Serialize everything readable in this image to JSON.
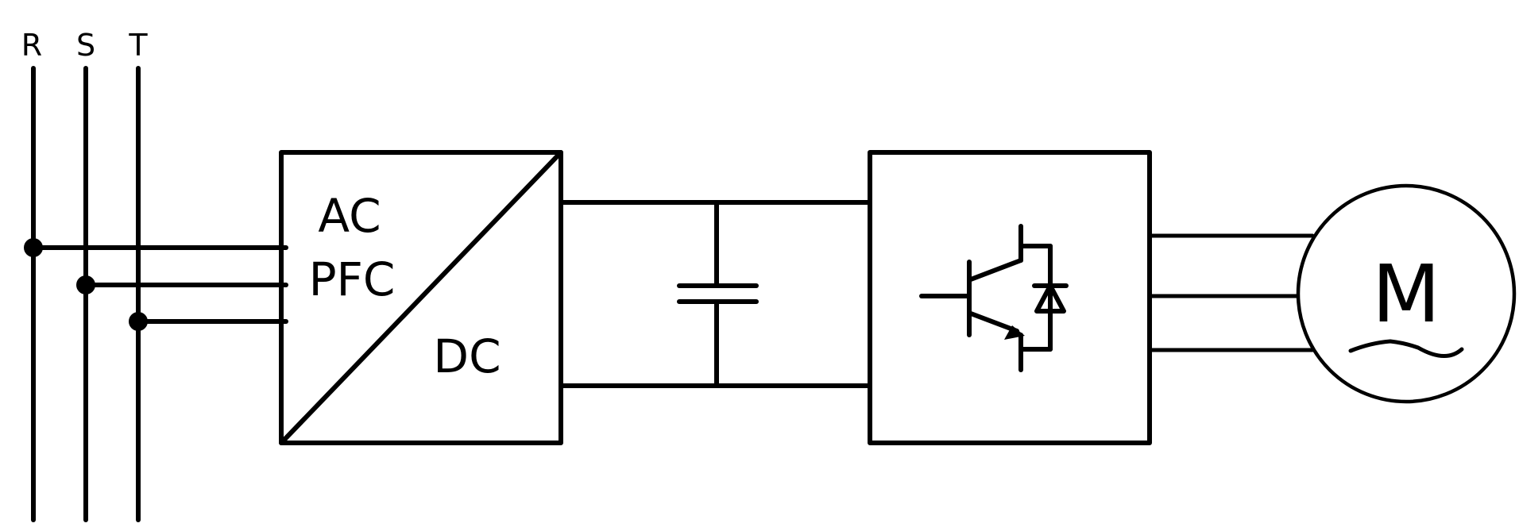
{
  "phases": {
    "r": "R",
    "s": "S",
    "t": "T"
  },
  "rectifier": {
    "ac_label": "AC",
    "pfc_label": "PFC",
    "dc_label": "DC"
  },
  "motor": {
    "label": "M"
  }
}
